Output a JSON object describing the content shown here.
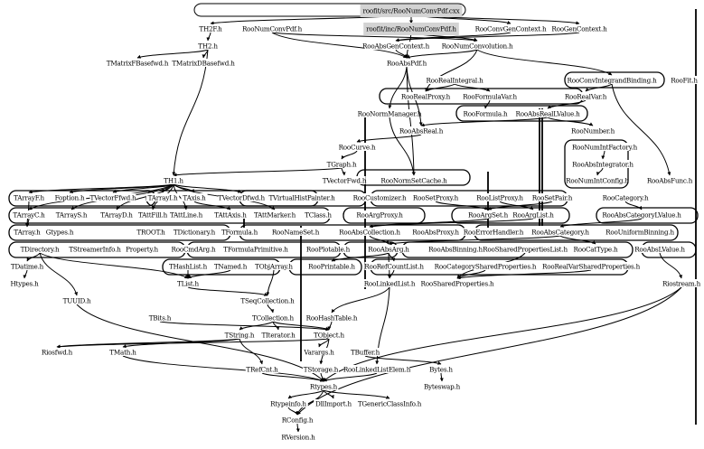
{
  "title": "roofit/src/RooNumConvPdf.cxx include dependency graph",
  "highlight_color": "#d3d3d3",
  "nodes": [
    {
      "id": "cxx",
      "label": "roofit/src/RooNumConvPdf.cxx",
      "highlighted": true
    },
    {
      "id": "inc",
      "label": "roofit/inc/RooNumConvPdf.h",
      "highlighted": true
    },
    {
      "id": "TH2Fh",
      "label": "TH2F.h"
    },
    {
      "id": "RooNumConvPdfh",
      "label": "RooNumConvPdf.h"
    },
    {
      "id": "RooConvGenContexth",
      "label": "RooConvGenContext.h"
    },
    {
      "id": "RooGenContexth",
      "label": "RooGenContext.h"
    },
    {
      "id": "TH2h",
      "label": "TH2.h"
    },
    {
      "id": "RooAbsGenContexth",
      "label": "RooAbsGenContext.h"
    },
    {
      "id": "RooNumConvolutionh",
      "label": "RooNumConvolution.h"
    },
    {
      "id": "TMatrixFBasefwdh",
      "label": "TMatrixFBasefwd.h"
    },
    {
      "id": "TMatrixDBasefwdh",
      "label": "TMatrixDBasefwd.h"
    },
    {
      "id": "RooAbsPdfh",
      "label": "RooAbsPdf.h"
    },
    {
      "id": "RooRealIntegralh",
      "label": "RooRealIntegral.h"
    },
    {
      "id": "RooConvIntegrandBindingh",
      "label": "RooConvIntegrandBinding.h"
    },
    {
      "id": "RooFith",
      "label": "RooFit.h"
    },
    {
      "id": "RooRealProxyh",
      "label": "RooRealProxy.h"
    },
    {
      "id": "RooFormulaVarh",
      "label": "RooFormulaVar.h"
    },
    {
      "id": "RooRealVarh",
      "label": "RooRealVar.h"
    },
    {
      "id": "RooNormManagerh",
      "label": "RooNormManager.h"
    },
    {
      "id": "RooFormulah",
      "label": "RooFormula.h"
    },
    {
      "id": "RooAbsRealLValueh",
      "label": "RooAbsRealLValue.h"
    },
    {
      "id": "RooAbsRealh",
      "label": "RooAbsReal.h"
    },
    {
      "id": "RooNumberh",
      "label": "RooNumber.h"
    },
    {
      "id": "RooCurveh",
      "label": "RooCurve.h"
    },
    {
      "id": "RooNumIntFactoryh",
      "label": "RooNumIntFactory.h"
    },
    {
      "id": "TGraphh",
      "label": "TGraph.h"
    },
    {
      "id": "RooAbsIntegratorh",
      "label": "RooAbsIntegrator.h"
    },
    {
      "id": "TVectorFwdh",
      "label": "TVectorFwd.h"
    },
    {
      "id": "RooNormSetCacheh",
      "label": "RooNormSetCache.h"
    },
    {
      "id": "RooNumIntConfigh",
      "label": "RooNumIntConfig.h"
    },
    {
      "id": "RooAbsFunch",
      "label": "RooAbsFunc.h"
    },
    {
      "id": "TH1h",
      "label": "TH1.h"
    },
    {
      "id": "TArrayFh",
      "label": "TArrayF.h"
    },
    {
      "id": "Foptionh",
      "label": "Foption.h"
    },
    {
      "id": "TVectorFfwdh",
      "label": "TVectorFfwd.h"
    },
    {
      "id": "TArrayIh",
      "label": "TArrayI.h"
    },
    {
      "id": "TAxish",
      "label": "TAxis.h"
    },
    {
      "id": "TVectorDfwdh",
      "label": "TVectorDfwd.h"
    },
    {
      "id": "TVirtualHistPainterh",
      "label": "TVirtualHistPainter.h"
    },
    {
      "id": "RooCustomizerh",
      "label": "RooCustomizer.h"
    },
    {
      "id": "RooSetProxyh",
      "label": "RooSetProxy.h"
    },
    {
      "id": "RooListProxyh",
      "label": "RooListProxy.h"
    },
    {
      "id": "RooSetPairh",
      "label": "RooSetPair.h"
    },
    {
      "id": "RooCategoryh",
      "label": "RooCategory.h"
    },
    {
      "id": "TArrayCh",
      "label": "TArrayC.h"
    },
    {
      "id": "TArraySh",
      "label": "TArrayS.h"
    },
    {
      "id": "TArrayDh",
      "label": "TArrayD.h"
    },
    {
      "id": "TAttFillh",
      "label": "TAttFill.h"
    },
    {
      "id": "TAttLineh",
      "label": "TAttLine.h"
    },
    {
      "id": "TAttAxish",
      "label": "TAttAxis.h"
    },
    {
      "id": "TAttMarkerh",
      "label": "TAttMarker.h"
    },
    {
      "id": "TClassh",
      "label": "TClass.h"
    },
    {
      "id": "RooArgProxyh",
      "label": "RooArgProxy.h"
    },
    {
      "id": "RooArgSeth",
      "label": "RooArgSet.h"
    },
    {
      "id": "RooArgListh",
      "label": "RooArgList.h"
    },
    {
      "id": "RooAbsCategoryLValueh",
      "label": "RooAbsCategoryLValue.h"
    },
    {
      "id": "TArrayh",
      "label": "TArray.h"
    },
    {
      "id": "Gtypesh",
      "label": "Gtypes.h"
    },
    {
      "id": "TROOTh",
      "label": "TROOT.h"
    },
    {
      "id": "TDictionaryh",
      "label": "TDictionary.h"
    },
    {
      "id": "TFormulah",
      "label": "TFormula.h"
    },
    {
      "id": "RooNameSeth",
      "label": "RooNameSet.h"
    },
    {
      "id": "RooAbsCollectionh",
      "label": "RooAbsCollection.h"
    },
    {
      "id": "RooAbsProxyh",
      "label": "RooAbsProxy.h"
    },
    {
      "id": "RooErrorHandlerh",
      "label": "RooErrorHandler.h"
    },
    {
      "id": "RooAbsCategoryh",
      "label": "RooAbsCategory.h"
    },
    {
      "id": "RooUniformBinningh",
      "label": "RooUniformBinning.h"
    },
    {
      "id": "TDirectoryh",
      "label": "TDirectory.h"
    },
    {
      "id": "TStreamerInfoh",
      "label": "TStreamerInfo.h"
    },
    {
      "id": "Propertyh",
      "label": "Property.h"
    },
    {
      "id": "RooCmdArgh",
      "label": "RooCmdArg.h"
    },
    {
      "id": "TFormulaPrimitiveh",
      "label": "TFormulaPrimitive.h"
    },
    {
      "id": "RooPlotableh",
      "label": "RooPlotable.h"
    },
    {
      "id": "RooAbsArgh",
      "label": "RooAbsArg.h"
    },
    {
      "id": "RooAbsBinningh",
      "label": "RooAbsBinning.h"
    },
    {
      "id": "RooSharedPropertiesListh",
      "label": "RooSharedPropertiesList.h"
    },
    {
      "id": "RooCatTypeh",
      "label": "RooCatType.h"
    },
    {
      "id": "RooAbsLValueh",
      "label": "RooAbsLValue.h"
    },
    {
      "id": "TDatimeh",
      "label": "TDatime.h"
    },
    {
      "id": "THashListh",
      "label": "THashList.h"
    },
    {
      "id": "TNamedh",
      "label": "TNamed.h"
    },
    {
      "id": "TObjArrayh",
      "label": "TObjArray.h"
    },
    {
      "id": "RooPrintableh",
      "label": "RooPrintable.h"
    },
    {
      "id": "RooRefCountListh",
      "label": "RooRefCountList.h"
    },
    {
      "id": "RooCategorySharedPropertiesh",
      "label": "RooCategorySharedProperties.h"
    },
    {
      "id": "RooRealVarSharedPropertiesh",
      "label": "RooRealVarSharedProperties.h"
    },
    {
      "id": "Htypesh",
      "label": "Htypes.h"
    },
    {
      "id": "TListh",
      "label": "TList.h"
    },
    {
      "id": "RooLinkedListh",
      "label": "RooLinkedList.h"
    },
    {
      "id": "RooSharedPropertiesh",
      "label": "RooSharedProperties.h"
    },
    {
      "id": "Riostreamh",
      "label": "Riostream.h"
    },
    {
      "id": "TUUIDh",
      "label": "TUUID.h"
    },
    {
      "id": "TSeqCollectionh",
      "label": "TSeqCollection.h"
    },
    {
      "id": "TBitsh",
      "label": "TBits.h"
    },
    {
      "id": "TCollectionh",
      "label": "TCollection.h"
    },
    {
      "id": "RooHashTableh",
      "label": "RooHashTable.h"
    },
    {
      "id": "TStringh",
      "label": "TString.h"
    },
    {
      "id": "TIteratorh",
      "label": "TIterator.h"
    },
    {
      "id": "TObjecth",
      "label": "TObject.h"
    },
    {
      "id": "Riosfwdh",
      "label": "Riosfwd.h"
    },
    {
      "id": "TMathh",
      "label": "TMath.h"
    },
    {
      "id": "Varargsh",
      "label": "Varargs.h"
    },
    {
      "id": "TBufferh",
      "label": "TBuffer.h"
    },
    {
      "id": "TRefCnth",
      "label": "TRefCnt.h"
    },
    {
      "id": "TStorageh",
      "label": "TStorage.h"
    },
    {
      "id": "RooLinkedListElemh",
      "label": "RooLinkedListElem.h"
    },
    {
      "id": "Bytesh",
      "label": "Bytes.h"
    },
    {
      "id": "Rtypesh",
      "label": "Rtypes.h"
    },
    {
      "id": "Byteswaph",
      "label": "Byteswap.h"
    },
    {
      "id": "Rtypeinfoh",
      "label": "Rtypeinfo.h"
    },
    {
      "id": "DllImporth",
      "label": "DllImport.h"
    },
    {
      "id": "TGenericClassInfoh",
      "label": "TGenericClassInfo.h"
    },
    {
      "id": "RConfigh",
      "label": "RConfig.h"
    },
    {
      "id": "RVersionh",
      "label": "RVersion.h"
    }
  ],
  "edges": [
    [
      "cxx",
      "inc"
    ],
    [
      "cxx",
      "RooConvGenContexth"
    ],
    [
      "cxx",
      "RooGenContexth"
    ],
    [
      "cxx",
      "TH2Fh"
    ],
    [
      "inc",
      "RooAbsPdfh"
    ],
    [
      "inc",
      "RooNumConvolutionh"
    ],
    [
      "RooNumConvPdfh",
      "RooAbsPdfh"
    ],
    [
      "RooNumConvPdfh",
      "RooNumConvolutionh"
    ],
    [
      "RooConvGenContexth",
      "RooAbsGenContexth"
    ],
    [
      "RooGenContexth",
      "RooAbsGenContexth"
    ],
    [
      "TH2Fh",
      "TH2h"
    ],
    [
      "TH2h",
      "TMatrixFBasefwdh"
    ],
    [
      "TH2h",
      "TMatrixDBasefwdh"
    ],
    [
      "TH2h",
      "TH1h"
    ],
    [
      "RooAbsGenContexth",
      "RooAbsPdfh"
    ],
    [
      "RooNumConvolutionh",
      "RooAbsPdfh"
    ],
    [
      "RooNumConvolutionh",
      "RooConvIntegrandBindingh"
    ],
    [
      "RooNumConvolutionh",
      "RooRealProxyh"
    ],
    [
      "RooAbsPdfh",
      "RooAbsRealh"
    ],
    [
      "RooAbsPdfh",
      "RooNormSetCacheh"
    ],
    [
      "RooAbsPdfh",
      "RooNormManagerh"
    ],
    [
      "RooRealIntegralh",
      "RooRealProxyh"
    ],
    [
      "RooRealIntegralh",
      "RooFormulaVarh"
    ],
    [
      "RooConvIntegrandBindingh",
      "RooAbsFunch"
    ],
    [
      "RooConvIntegrandBindingh",
      "RooRealVarh"
    ],
    [
      "RooFormulaVarh",
      "RooFormulah"
    ],
    [
      "RooRealVarh",
      "RooAbsRealLValueh"
    ],
    [
      "RooAbsRealLValueh",
      "RooNumberh"
    ],
    [
      "RooAbsRealLValueh",
      "RooAbsRealh"
    ],
    [
      "RooNumIntFactoryh",
      "RooAbsIntegratorh"
    ],
    [
      "RooAbsIntegratorh",
      "RooNumIntConfigh"
    ],
    [
      "RooNormManagerh",
      "RooNormSetCacheh"
    ],
    [
      "RooAbsRealh",
      "RooCurveh"
    ],
    [
      "RooCurveh",
      "TGraphh"
    ],
    [
      "TGraphh",
      "TVectorFwdh"
    ],
    [
      "TGraphh",
      "TH1h"
    ],
    [
      "TH1h",
      "TArrayFh"
    ],
    [
      "TH1h",
      "Foptionh"
    ],
    [
      "TH1h",
      "TVectorFfwdh"
    ],
    [
      "TH1h",
      "TArrayIh"
    ],
    [
      "TH1h",
      "TAxish"
    ],
    [
      "TH1h",
      "TVectorDfwdh"
    ],
    [
      "TH1h",
      "TArrayCh"
    ],
    [
      "TH1h",
      "TArraySh"
    ],
    [
      "TH1h",
      "TArrayDh"
    ],
    [
      "TH1h",
      "TAttFillh"
    ],
    [
      "TH1h",
      "TAttLineh"
    ],
    [
      "TH1h",
      "TAttMarkerh"
    ],
    [
      "TAxish",
      "TAttAxish"
    ],
    [
      "TArrayCh",
      "TArrayh"
    ],
    [
      "TArrayFh",
      "TArrayh"
    ],
    [
      "RooSetProxyh",
      "RooArgSeth"
    ],
    [
      "RooListProxyh",
      "RooArgListh"
    ],
    [
      "RooSetPairh",
      "RooArgSeth"
    ],
    [
      "RooArgSeth",
      "RooAbsCollectionh"
    ],
    [
      "RooArgListh",
      "RooAbsCollectionh"
    ],
    [
      "RooCategoryh",
      "RooAbsCategoryLValueh"
    ],
    [
      "RooAbsCategoryLValueh",
      "RooAbsCategoryh"
    ],
    [
      "RooAbsCategoryh",
      "RooCatTypeh"
    ],
    [
      "RooAbsCategoryh",
      "RooAbsArgh"
    ],
    [
      "RooAbsCollectionh",
      "RooAbsArgh"
    ],
    [
      "RooAbsArgh",
      "RooLinkedListh"
    ],
    [
      "RooAbsArgh",
      "RooRefCountListh"
    ],
    [
      "RooAbsArgh",
      "RooPrintableh"
    ],
    [
      "RooRefCountListh",
      "RooLinkedListh"
    ],
    [
      "RooLinkedListh",
      "RooHashTableh"
    ],
    [
      "RooLinkedListh",
      "RooLinkedListElemh"
    ],
    [
      "RooHashTableh",
      "TObjecth"
    ],
    [
      "RooSharedPropertiesListh",
      "RooSharedPropertiesh"
    ],
    [
      "RooCategorySharedPropertiesh",
      "RooSharedPropertiesh"
    ],
    [
      "RooRealVarSharedPropertiesh",
      "RooSharedPropertiesh"
    ],
    [
      "RooAbsLValueh",
      "Riostreamh"
    ],
    [
      "TDirectoryh",
      "TDatimeh"
    ],
    [
      "TDirectoryh",
      "TUUIDh"
    ],
    [
      "TDatimeh",
      "Htypesh"
    ],
    [
      "TDirectoryh",
      "TListh"
    ],
    [
      "THashListh",
      "TListh"
    ],
    [
      "TNamedh",
      "TListh"
    ],
    [
      "TObjArrayh",
      "TSeqCollectionh"
    ],
    [
      "TListh",
      "TSeqCollectionh"
    ],
    [
      "TSeqCollectionh",
      "TCollectionh"
    ],
    [
      "TCollectionh",
      "TObjecth"
    ],
    [
      "TCollectionh",
      "TIteratorh"
    ],
    [
      "TCollectionh",
      "TStringh"
    ],
    [
      "TBitsh",
      "TObjecth"
    ],
    [
      "TStringh",
      "TMathh"
    ],
    [
      "TStringh",
      "Riosfwdh"
    ],
    [
      "TObjecth",
      "Varargsh"
    ],
    [
      "TObjecth",
      "TStorageh"
    ],
    [
      "TObjecth",
      "Riosfwdh"
    ],
    [
      "TUUIDh",
      "Rtypesh"
    ],
    [
      "TMathh",
      "Rtypesh"
    ],
    [
      "TRefCnth",
      "Rtypesh"
    ],
    [
      "TStorageh",
      "Rtypesh"
    ],
    [
      "TBufferh",
      "Bytesh"
    ],
    [
      "Bytesh",
      "Byteswaph"
    ],
    [
      "RooLinkedListElemh",
      "Rtypesh"
    ],
    [
      "Riostreamh",
      "Rtypesh"
    ],
    [
      "Rtypesh",
      "Rtypeinfoh"
    ],
    [
      "Rtypesh",
      "DllImporth"
    ],
    [
      "Rtypesh",
      "TGenericClassInfoh"
    ],
    [
      "Rtypesh",
      "RConfigh"
    ],
    [
      "Rtypeinfoh",
      "RConfigh"
    ],
    [
      "RConfigh",
      "RVersionh"
    ],
    [
      "Riostreamh",
      "RConfigh"
    ],
    [
      "TStringh",
      "TRefCnth"
    ]
  ]
}
